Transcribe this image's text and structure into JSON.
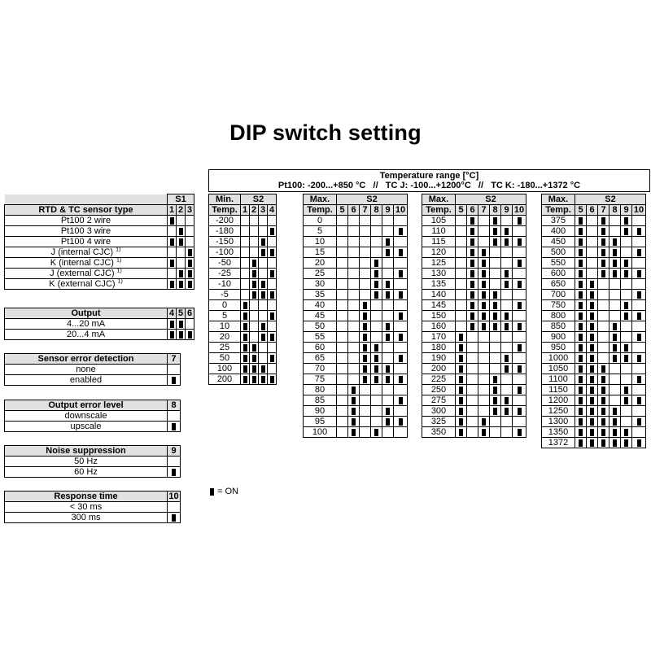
{
  "title": "DIP switch setting",
  "switch_labels": {
    "s1": "S1",
    "s2": "S2"
  },
  "sensor": {
    "header": "RTD & TC sensor type",
    "positions": [
      "1",
      "2",
      "3"
    ],
    "rows": [
      {
        "label": "Pt100 2 wire",
        "note": "",
        "on": [
          true,
          false,
          false
        ]
      },
      {
        "label": "Pt100 3 wire",
        "note": "",
        "on": [
          false,
          true,
          false
        ]
      },
      {
        "label": "Pt100 4 wire",
        "note": "",
        "on": [
          true,
          true,
          false
        ]
      },
      {
        "label": "J (internal CJC)",
        "note": "1)",
        "on": [
          false,
          false,
          true
        ]
      },
      {
        "label": "K (internal CJC)",
        "note": "1)",
        "on": [
          true,
          false,
          true
        ]
      },
      {
        "label": "J (external CJC)",
        "note": "1)",
        "on": [
          false,
          true,
          true
        ]
      },
      {
        "label": "K (external CJC)",
        "note": "1)",
        "on": [
          true,
          true,
          true
        ]
      }
    ]
  },
  "output": {
    "header": "Output",
    "positions": [
      "4",
      "5",
      "6"
    ],
    "rows": [
      {
        "label": "4...20 mA",
        "on": [
          true,
          true,
          false
        ]
      },
      {
        "label": "20...4 mA",
        "on": [
          true,
          true,
          true
        ]
      }
    ]
  },
  "sensor_error": {
    "header": "Sensor error detection",
    "position": "7",
    "rows": [
      {
        "label": "none",
        "on": false
      },
      {
        "label": "enabled",
        "on": true
      }
    ]
  },
  "output_error": {
    "header": "Output error level",
    "position": "8",
    "rows": [
      {
        "label": "downscale",
        "on": false
      },
      {
        "label": "upscale",
        "on": true
      }
    ]
  },
  "noise": {
    "header": "Noise suppression",
    "position": "9",
    "rows": [
      {
        "label": "50 Hz",
        "on": false
      },
      {
        "label": "60 Hz",
        "on": true
      }
    ]
  },
  "response": {
    "header": "Response time",
    "position": "10",
    "rows": [
      {
        "label": "< 30 ms",
        "on": false
      },
      {
        "label": "300 ms",
        "on": true
      }
    ]
  },
  "temperature": {
    "title": "Temperature range [°C]",
    "ranges": "Pt100: -200...+850 °C   //   TC J: -100...+1200°C   //   TC K: -180...+1372 °C",
    "min_label": [
      "Min.",
      "Temp."
    ],
    "max_label": [
      "Max.",
      "Temp."
    ],
    "min_positions": [
      "1",
      "2",
      "3",
      "4"
    ],
    "max_positions": [
      "5",
      "6",
      "7",
      "8",
      "9",
      "10"
    ],
    "min_rows": [
      {
        "t": "-200",
        "on": [
          0,
          0,
          0,
          0
        ]
      },
      {
        "t": "-180",
        "on": [
          0,
          0,
          0,
          1
        ]
      },
      {
        "t": "-150",
        "on": [
          0,
          0,
          1,
          0
        ]
      },
      {
        "t": "-100",
        "on": [
          0,
          0,
          1,
          1
        ]
      },
      {
        "t": "-50",
        "on": [
          0,
          1,
          0,
          0
        ]
      },
      {
        "t": "-25",
        "on": [
          0,
          1,
          0,
          1
        ]
      },
      {
        "t": "-10",
        "on": [
          0,
          1,
          1,
          0
        ]
      },
      {
        "t": "-5",
        "on": [
          0,
          1,
          1,
          1
        ]
      },
      {
        "t": "0",
        "on": [
          1,
          0,
          0,
          0
        ]
      },
      {
        "t": "5",
        "on": [
          1,
          0,
          0,
          1
        ]
      },
      {
        "t": "10",
        "on": [
          1,
          0,
          1,
          0
        ]
      },
      {
        "t": "20",
        "on": [
          1,
          0,
          1,
          1
        ]
      },
      {
        "t": "25",
        "on": [
          1,
          1,
          0,
          0
        ]
      },
      {
        "t": "50",
        "on": [
          1,
          1,
          0,
          1
        ]
      },
      {
        "t": "100",
        "on": [
          1,
          1,
          1,
          0
        ]
      },
      {
        "t": "200",
        "on": [
          1,
          1,
          1,
          1
        ]
      }
    ],
    "max_cols": [
      [
        {
          "t": "0",
          "on": [
            0,
            0,
            0,
            0,
            0,
            0
          ]
        },
        {
          "t": "5",
          "on": [
            0,
            0,
            0,
            0,
            0,
            1
          ]
        },
        {
          "t": "10",
          "on": [
            0,
            0,
            0,
            0,
            1,
            0
          ]
        },
        {
          "t": "15",
          "on": [
            0,
            0,
            0,
            0,
            1,
            1
          ]
        },
        {
          "t": "20",
          "on": [
            0,
            0,
            0,
            1,
            0,
            0
          ]
        },
        {
          "t": "25",
          "on": [
            0,
            0,
            0,
            1,
            0,
            1
          ]
        },
        {
          "t": "30",
          "on": [
            0,
            0,
            0,
            1,
            1,
            0
          ]
        },
        {
          "t": "35",
          "on": [
            0,
            0,
            0,
            1,
            1,
            1
          ]
        },
        {
          "t": "40",
          "on": [
            0,
            0,
            1,
            0,
            0,
            0
          ]
        },
        {
          "t": "45",
          "on": [
            0,
            0,
            1,
            0,
            0,
            1
          ]
        },
        {
          "t": "50",
          "on": [
            0,
            0,
            1,
            0,
            1,
            0
          ]
        },
        {
          "t": "55",
          "on": [
            0,
            0,
            1,
            0,
            1,
            1
          ]
        },
        {
          "t": "60",
          "on": [
            0,
            0,
            1,
            1,
            0,
            0
          ]
        },
        {
          "t": "65",
          "on": [
            0,
            0,
            1,
            1,
            0,
            1
          ]
        },
        {
          "t": "70",
          "on": [
            0,
            0,
            1,
            1,
            1,
            0
          ]
        },
        {
          "t": "75",
          "on": [
            0,
            0,
            1,
            1,
            1,
            1
          ]
        },
        {
          "t": "80",
          "on": [
            0,
            1,
            0,
            0,
            0,
            0
          ]
        },
        {
          "t": "85",
          "on": [
            0,
            1,
            0,
            0,
            0,
            1
          ]
        },
        {
          "t": "90",
          "on": [
            0,
            1,
            0,
            0,
            1,
            0
          ]
        },
        {
          "t": "95",
          "on": [
            0,
            1,
            0,
            0,
            1,
            1
          ]
        },
        {
          "t": "100",
          "on": [
            0,
            1,
            0,
            1,
            0,
            0
          ]
        }
      ],
      [
        {
          "t": "105",
          "on": [
            0,
            1,
            0,
            1,
            0,
            1
          ]
        },
        {
          "t": "110",
          "on": [
            0,
            1,
            0,
            1,
            1,
            0
          ]
        },
        {
          "t": "115",
          "on": [
            0,
            1,
            0,
            1,
            1,
            1
          ]
        },
        {
          "t": "120",
          "on": [
            0,
            1,
            1,
            0,
            0,
            0
          ]
        },
        {
          "t": "125",
          "on": [
            0,
            1,
            1,
            0,
            0,
            1
          ]
        },
        {
          "t": "130",
          "on": [
            0,
            1,
            1,
            0,
            1,
            0
          ]
        },
        {
          "t": "135",
          "on": [
            0,
            1,
            1,
            0,
            1,
            1
          ]
        },
        {
          "t": "140",
          "on": [
            0,
            1,
            1,
            1,
            0,
            0
          ]
        },
        {
          "t": "145",
          "on": [
            0,
            1,
            1,
            1,
            0,
            1
          ]
        },
        {
          "t": "150",
          "on": [
            0,
            1,
            1,
            1,
            1,
            0
          ]
        },
        {
          "t": "160",
          "on": [
            0,
            1,
            1,
            1,
            1,
            1
          ]
        },
        {
          "t": "170",
          "on": [
            1,
            0,
            0,
            0,
            0,
            0
          ]
        },
        {
          "t": "180",
          "on": [
            1,
            0,
            0,
            0,
            0,
            1
          ]
        },
        {
          "t": "190",
          "on": [
            1,
            0,
            0,
            0,
            1,
            0
          ]
        },
        {
          "t": "200",
          "on": [
            1,
            0,
            0,
            0,
            1,
            1
          ]
        },
        {
          "t": "225",
          "on": [
            1,
            0,
            0,
            1,
            0,
            0
          ]
        },
        {
          "t": "250",
          "on": [
            1,
            0,
            0,
            1,
            0,
            1
          ]
        },
        {
          "t": "275",
          "on": [
            1,
            0,
            0,
            1,
            1,
            0
          ]
        },
        {
          "t": "300",
          "on": [
            1,
            0,
            0,
            1,
            1,
            1
          ]
        },
        {
          "t": "325",
          "on": [
            1,
            0,
            1,
            0,
            0,
            0
          ]
        },
        {
          "t": "350",
          "on": [
            1,
            0,
            1,
            0,
            0,
            1
          ]
        }
      ],
      [
        {
          "t": "375",
          "on": [
            1,
            0,
            1,
            0,
            1,
            0
          ]
        },
        {
          "t": "400",
          "on": [
            1,
            0,
            1,
            0,
            1,
            1
          ]
        },
        {
          "t": "450",
          "on": [
            1,
            0,
            1,
            1,
            0,
            0
          ]
        },
        {
          "t": "500",
          "on": [
            1,
            0,
            1,
            1,
            0,
            1
          ]
        },
        {
          "t": "550",
          "on": [
            1,
            0,
            1,
            1,
            1,
            0
          ]
        },
        {
          "t": "600",
          "on": [
            1,
            0,
            1,
            1,
            1,
            1
          ]
        },
        {
          "t": "650",
          "on": [
            1,
            1,
            0,
            0,
            0,
            0
          ]
        },
        {
          "t": "700",
          "on": [
            1,
            1,
            0,
            0,
            0,
            1
          ]
        },
        {
          "t": "750",
          "on": [
            1,
            1,
            0,
            0,
            1,
            0
          ]
        },
        {
          "t": "800",
          "on": [
            1,
            1,
            0,
            0,
            1,
            1
          ]
        },
        {
          "t": "850",
          "on": [
            1,
            1,
            0,
            1,
            0,
            0
          ]
        },
        {
          "t": "900",
          "on": [
            1,
            1,
            0,
            1,
            0,
            1
          ]
        },
        {
          "t": "950",
          "on": [
            1,
            1,
            0,
            1,
            1,
            0
          ]
        },
        {
          "t": "1000",
          "on": [
            1,
            1,
            0,
            1,
            1,
            1
          ]
        },
        {
          "t": "1050",
          "on": [
            1,
            1,
            1,
            0,
            0,
            0
          ]
        },
        {
          "t": "1100",
          "on": [
            1,
            1,
            1,
            0,
            0,
            1
          ]
        },
        {
          "t": "1150",
          "on": [
            1,
            1,
            1,
            0,
            1,
            0
          ]
        },
        {
          "t": "1200",
          "on": [
            1,
            1,
            1,
            0,
            1,
            1
          ]
        },
        {
          "t": "1250",
          "on": [
            1,
            1,
            1,
            1,
            0,
            0
          ]
        },
        {
          "t": "1300",
          "on": [
            1,
            1,
            1,
            1,
            0,
            1
          ]
        },
        {
          "t": "1350",
          "on": [
            1,
            1,
            1,
            1,
            1,
            0
          ]
        },
        {
          "t": "1372",
          "on": [
            1,
            1,
            1,
            1,
            1,
            1
          ]
        }
      ]
    ]
  },
  "legend": "= ON"
}
